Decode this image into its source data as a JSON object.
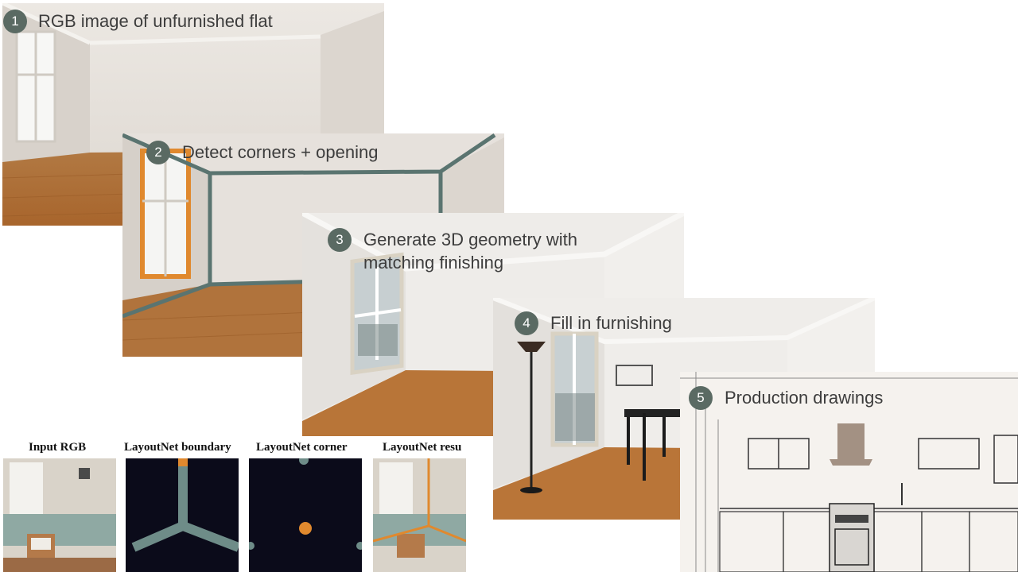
{
  "steps": [
    {
      "number": "1",
      "label": "RGB image of unfurnished flat"
    },
    {
      "number": "2",
      "label": "Detect corners + opening"
    },
    {
      "number": "3",
      "label_line1": "Generate 3D geometry with",
      "label_line2": "matching finishing"
    },
    {
      "number": "4",
      "label": "Fill in furnishing"
    },
    {
      "number": "5",
      "label": "Production drawings"
    }
  ],
  "layoutnet": {
    "input_label": "Input RGB",
    "boundary_label": "LayoutNet boundary",
    "corner_label": "LayoutNet corner",
    "result_label": "LayoutNet resu"
  },
  "colors": {
    "badge": "#5a6a63",
    "wall": "#e8e4df",
    "floor": "#b9763a",
    "corner_line": "#5a7470",
    "opening": "#e0892e",
    "map_background": "#0b0b1a",
    "boundary": "#6e8c88"
  }
}
